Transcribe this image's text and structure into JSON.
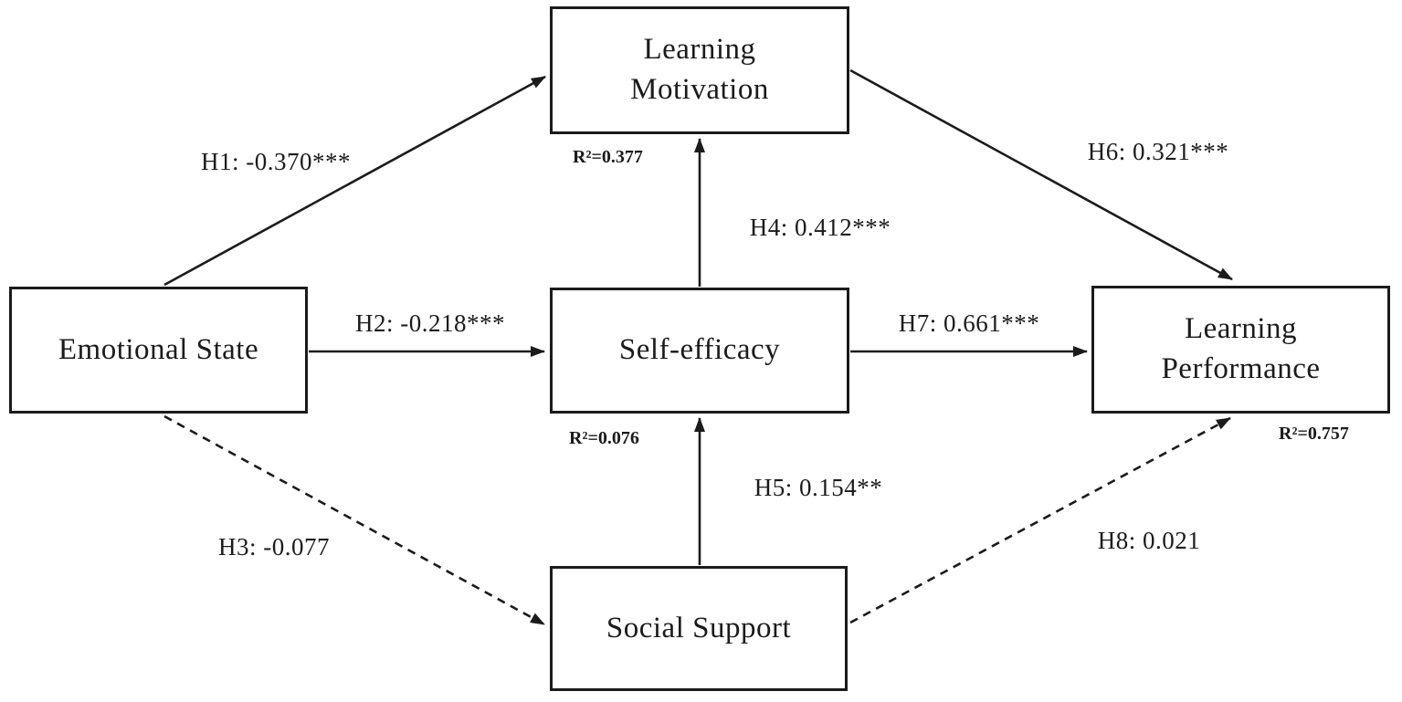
{
  "diagram": {
    "type": "sem-path-diagram",
    "colors": {
      "line": "#1b1b1b",
      "node_fill": "#ffffff",
      "background": "#ffffff"
    },
    "nodes": [
      {
        "id": "emotional-state",
        "label": "Emotional State"
      },
      {
        "id": "learning-motivation",
        "label": "Learning\nMotivation",
        "r2": "R²=0.377"
      },
      {
        "id": "self-efficacy",
        "label": "Self-efficacy",
        "r2": "R²=0.076"
      },
      {
        "id": "social-support",
        "label": "Social Support"
      },
      {
        "id": "learning-performance",
        "label": "Learning\nPerformance",
        "r2": "R²=0.757"
      }
    ],
    "edges": [
      {
        "id": "H1",
        "from": "Emotional State",
        "to": "Learning Motivation",
        "label": "H1: -0.370***",
        "value": -0.37,
        "significance": "***",
        "line": "solid"
      },
      {
        "id": "H2",
        "from": "Emotional State",
        "to": "Self-efficacy",
        "label": "H2: -0.218***",
        "value": -0.218,
        "significance": "***",
        "line": "solid"
      },
      {
        "id": "H3",
        "from": "Emotional State",
        "to": "Social Support",
        "label": "H3: -0.077",
        "value": -0.077,
        "significance": "",
        "line": "dashed"
      },
      {
        "id": "H4",
        "from": "Self-efficacy",
        "to": "Learning Motivation",
        "label": "H4: 0.412***",
        "value": 0.412,
        "significance": "***",
        "line": "solid"
      },
      {
        "id": "H5",
        "from": "Social Support",
        "to": "Self-efficacy",
        "label": "H5: 0.154**",
        "value": 0.154,
        "significance": "**",
        "line": "solid"
      },
      {
        "id": "H6",
        "from": "Learning Motivation",
        "to": "Learning Performance",
        "label": "H6: 0.321***",
        "value": 0.321,
        "significance": "***",
        "line": "solid"
      },
      {
        "id": "H7",
        "from": "Self-efficacy",
        "to": "Learning Performance",
        "label": "H7: 0.661***",
        "value": 0.661,
        "significance": "***",
        "line": "solid"
      },
      {
        "id": "H8",
        "from": "Social Support",
        "to": "Learning Performance",
        "label": "H8: 0.021",
        "value": 0.021,
        "significance": "",
        "line": "dashed"
      }
    ]
  }
}
